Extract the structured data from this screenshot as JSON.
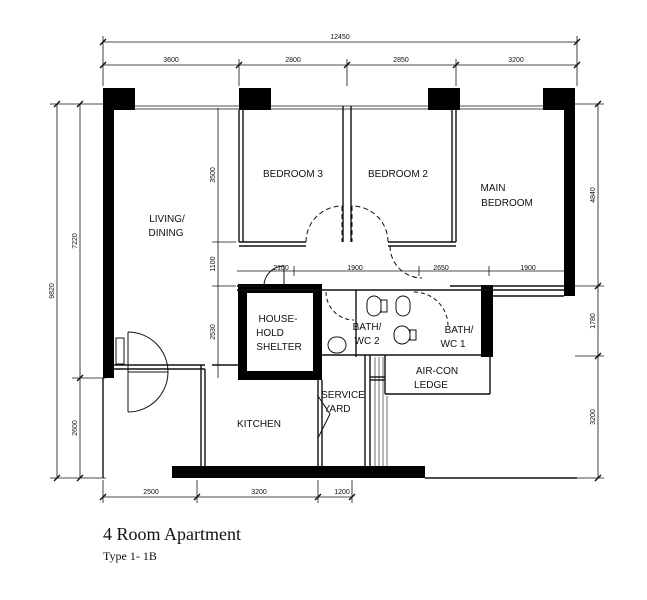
{
  "plan": {
    "title": "4 Room Apartment",
    "subtitle": "Type 1- 1B",
    "rooms": {
      "bedroom3": "BEDROOM 3",
      "bedroom2": "BEDROOM 2",
      "main_bedroom_l1": "MAIN",
      "main_bedroom_l2": "BEDROOM",
      "living_l1": "LIVING/",
      "living_l2": "DINING",
      "shelter_l1": "HOUSE-",
      "shelter_l2": "HOLD",
      "shelter_l3": "SHELTER",
      "bath2_l1": "BATH/",
      "bath2_l2": "WC 2",
      "bath1_l1": "BATH/",
      "bath1_l2": "WC 1",
      "aircon_l1": "AIR-CON",
      "aircon_l2": "LEDGE",
      "kitchen": "KITCHEN",
      "service_l1": "SERVICE",
      "service_l2": "YARD"
    },
    "dimensions": {
      "top_total": "12450",
      "top_1": "3600",
      "top_2": "2800",
      "top_3": "2850",
      "top_4": "3200",
      "left_total": "9820",
      "left_upper": "7220",
      "left_lower": "2600",
      "inner_v1": "3500",
      "inner_v2": "1100",
      "inner_v3": "2530",
      "right_1": "4840",
      "right_2": "1780",
      "right_3": "3200",
      "corridor_1": "2100",
      "corridor_2": "1900",
      "corridor_3": "2650",
      "corridor_4": "1900",
      "bottom_1": "2500",
      "bottom_2": "3200",
      "bottom_3": "1200"
    }
  }
}
